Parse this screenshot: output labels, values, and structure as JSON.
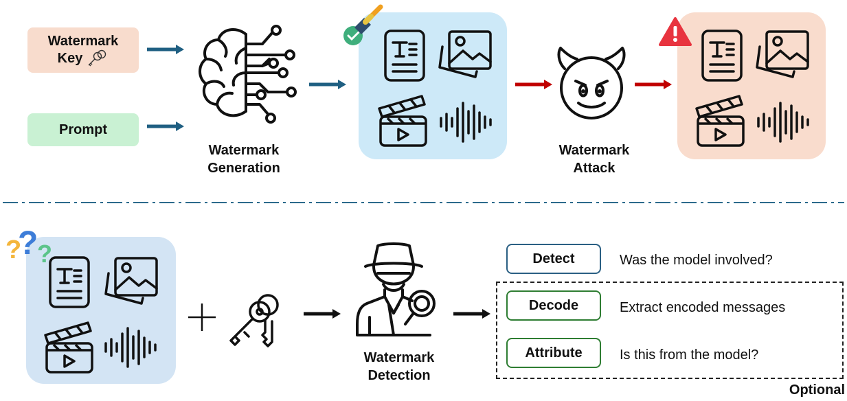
{
  "inputs": {
    "key_label_line1": "Watermark",
    "key_label_line2": "Key",
    "prompt_label": "Prompt"
  },
  "stages": {
    "generation_line1": "Watermark",
    "generation_line2": "Generation",
    "attack_line1": "Watermark",
    "attack_line2": "Attack",
    "detection_line1": "Watermark",
    "detection_line2": "Detection"
  },
  "outcomes": [
    {
      "label": "Detect",
      "description": "Was the model involved?",
      "border_color": "#2a5f83"
    },
    {
      "label": "Decode",
      "description": "Extract encoded messages",
      "border_color": "#2e7d32"
    },
    {
      "label": "Attribute",
      "description": "Is this from the model?",
      "border_color": "#2e7d32"
    }
  ],
  "optional_label": "Optional",
  "colors": {
    "key_bg": "#f8dccd",
    "prompt_bg": "#c9f1d3",
    "watermarked_panel": "#cde9f8",
    "attacked_panel": "#f9dccd",
    "detection_panel": "#d3e4f4",
    "arrow_blue": "#1f5f82",
    "arrow_red": "#c00000",
    "arrow_black": "#111111",
    "separator": "#2c6a8c"
  },
  "icons": {
    "brain": "brain-circuit-icon",
    "document": "text-document-icon",
    "image": "image-gallery-icon",
    "video": "clapperboard-video-icon",
    "audio": "audio-waveform-icon",
    "devil": "devil-face-icon",
    "warning": "warning-triangle-icon",
    "brush": "paintbrush-check-icon",
    "question": "question-marks-icon",
    "keys": "keys-icon",
    "detective": "detective-magnifier-icon"
  }
}
